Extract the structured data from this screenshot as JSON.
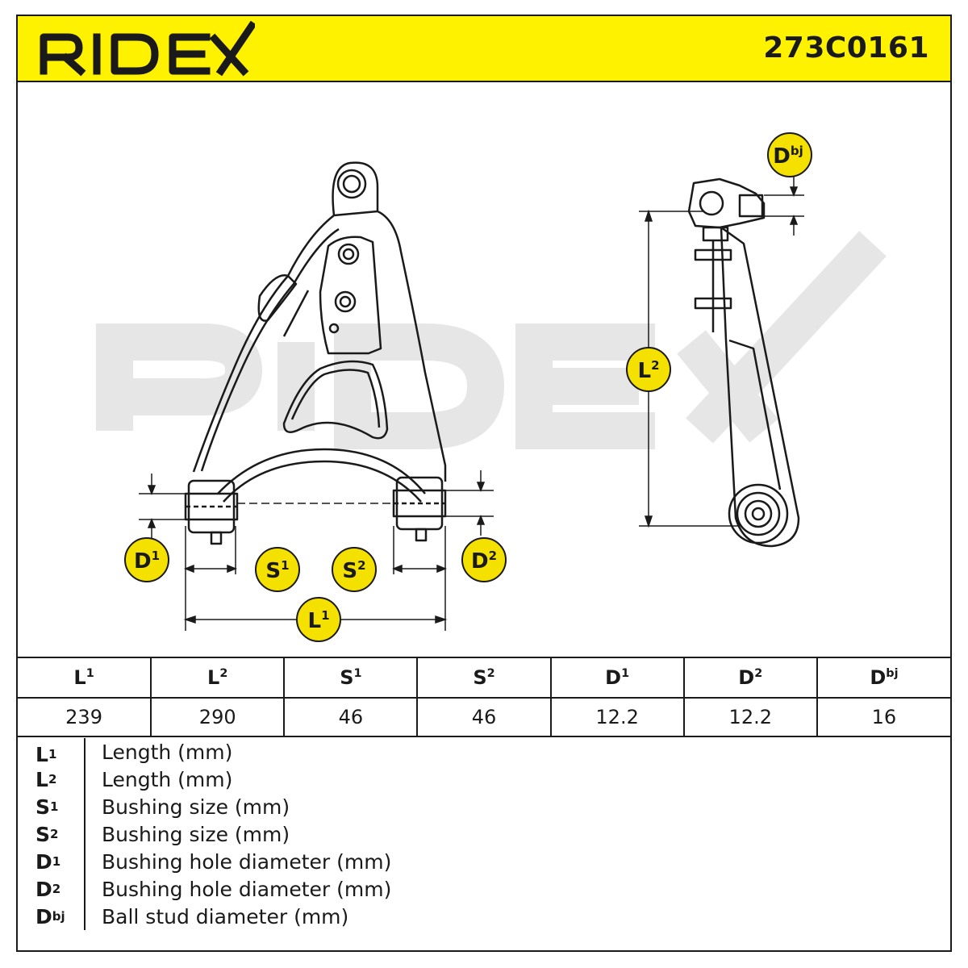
{
  "header": {
    "brand": "RIDEX",
    "part_number": "273C0161",
    "background": "#fff200"
  },
  "watermark": {
    "text": "RIDEX",
    "color": "#e6e6e6"
  },
  "callouts": {
    "D1": {
      "base": "D",
      "sup": "1"
    },
    "D2": {
      "base": "D",
      "sup": "2"
    },
    "S1": {
      "base": "S",
      "sup": "1"
    },
    "S2": {
      "base": "S",
      "sup": "2"
    },
    "L1": {
      "base": "L",
      "sup": "1"
    },
    "L2": {
      "base": "L",
      "sup": "2"
    },
    "Dbj": {
      "base": "D",
      "sup": "bj"
    },
    "fill": "#f5e100"
  },
  "table": {
    "headers": [
      {
        "base": "L",
        "sup": "1"
      },
      {
        "base": "L",
        "sup": "2"
      },
      {
        "base": "S",
        "sup": "1"
      },
      {
        "base": "S",
        "sup": "2"
      },
      {
        "base": "D",
        "sup": "1"
      },
      {
        "base": "D",
        "sup": "2"
      },
      {
        "base": "D",
        "sup": "bj"
      }
    ],
    "values": [
      "239",
      "290",
      "46",
      "46",
      "12.2",
      "12.2",
      "16"
    ]
  },
  "legend": [
    {
      "base": "L",
      "sup": "1",
      "desc": "Length (mm)"
    },
    {
      "base": "L",
      "sup": "2",
      "desc": "Length (mm)"
    },
    {
      "base": "S",
      "sup": "1",
      "desc": "Bushing size (mm)"
    },
    {
      "base": "S",
      "sup": "2",
      "desc": "Bushing size (mm)"
    },
    {
      "base": "D",
      "sup": "1",
      "desc": "Bushing hole diameter (mm)"
    },
    {
      "base": "D",
      "sup": "2",
      "desc": "Bushing hole diameter (mm)"
    },
    {
      "base": "D",
      "sup": "bj",
      "desc": "Ball stud diameter (mm)"
    }
  ]
}
